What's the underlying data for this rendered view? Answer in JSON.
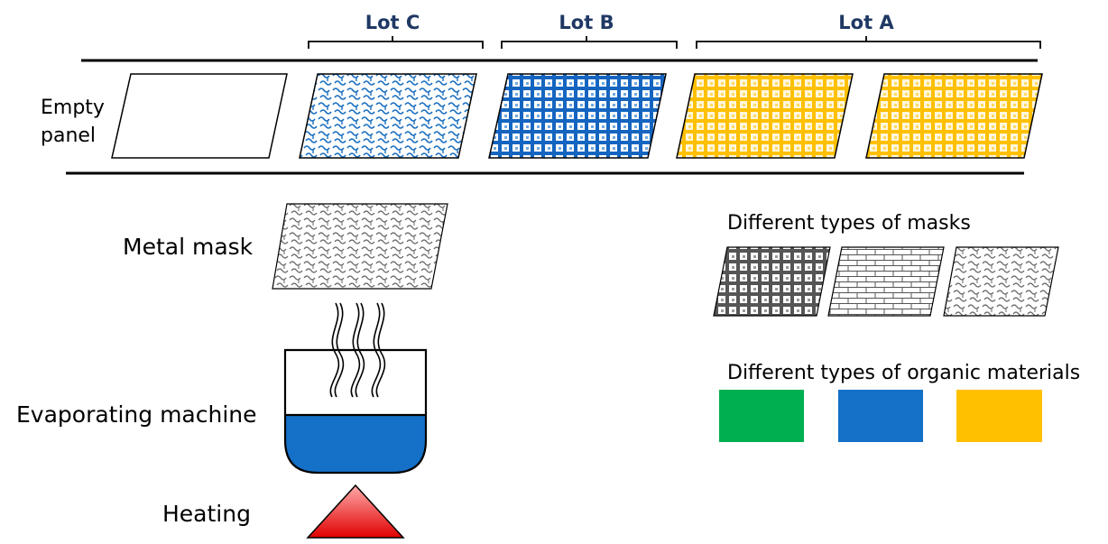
{
  "lots": [
    {
      "label": "Lot C"
    },
    {
      "label": "Lot B"
    },
    {
      "label": "Lot A"
    }
  ],
  "empty_panel": {
    "line1": "Empty",
    "line2": "panel"
  },
  "labels": {
    "metal_mask": "Metal mask",
    "evaporating_machine": "Evaporating machine",
    "heating": "Heating"
  },
  "legend": {
    "masks_title": "Different types of masks",
    "materials_title": "Different types of organic materials"
  },
  "colors": {
    "lot_label": "#1f3864",
    "lot_c": "#1a6fbf",
    "lot_b": "#1565c0",
    "lot_a": "#ffc000",
    "material_green": "#00b050",
    "material_blue": "#1570c8",
    "material_yellow": "#ffc000",
    "machine_liquid": "#1570c8",
    "heater_top": "#ffaaaa",
    "heater_bottom": "#e00000"
  }
}
